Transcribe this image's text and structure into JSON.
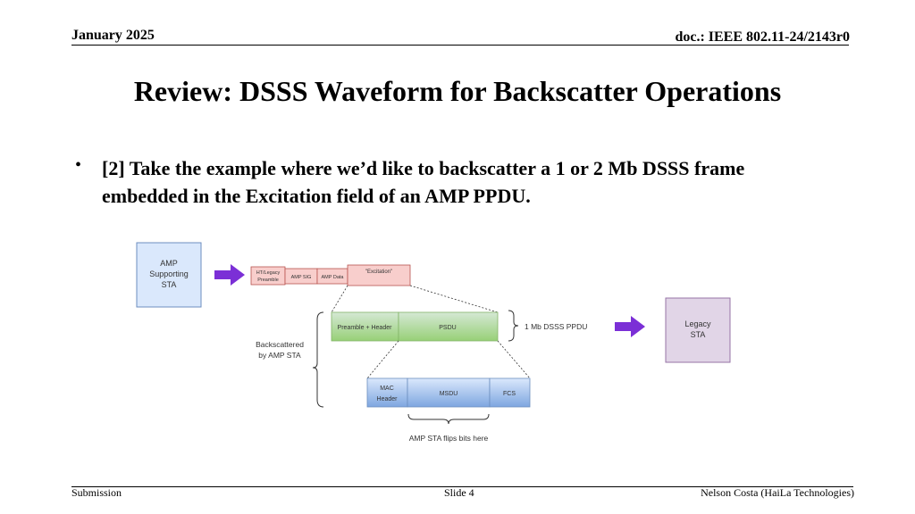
{
  "header": {
    "date": "January 2025",
    "doc": "doc.: IEEE 802.11-24/2143r0"
  },
  "title": "Review: DSSS Waveform for Backscatter Operations",
  "bullets": [
    {
      "text": "[2] Take the example where we’d like to backscatter a 1 or 2 Mb DSSS frame embedded in the Excitation field of an AMP PPDU."
    }
  ],
  "diagram": {
    "amp_sta": [
      "AMP",
      "Supporting",
      "STA"
    ],
    "ppdu_fields": {
      "preamble": [
        "HT/Legacy",
        "Preamble"
      ],
      "sig": "AMP SIG",
      "data": "AMP Data",
      "excitation": "\"Excitation\""
    },
    "dsss": {
      "preamble_header": "Preamble + Header",
      "psdu": "PSDU",
      "label": "1 Mb DSSS PPDU"
    },
    "backscattered_label": [
      "Backscattered",
      "by AMP STA"
    ],
    "mpdu": {
      "mac_header": [
        "MAC",
        "Header"
      ],
      "msdu": "MSDU",
      "fcs": "FCS"
    },
    "flip_label": "AMP STA flips bits here",
    "legacy_sta": [
      "Legacy",
      "STA"
    ],
    "colors": {
      "blue_fill": "#dae8fc",
      "blue_stroke": "#6c8ebf",
      "red_fill": "#f8cecc",
      "red_stroke": "#b85450",
      "green_fill": "#97d077",
      "green_stroke": "#82b366",
      "purple_fill": "#e1d5e7",
      "purple_stroke": "#9673a6",
      "arrow": "#7b2fd6"
    }
  },
  "footer": {
    "left": "Submission",
    "center": "Slide 4",
    "right": "Nelson Costa (HaiLa Technologies)"
  }
}
